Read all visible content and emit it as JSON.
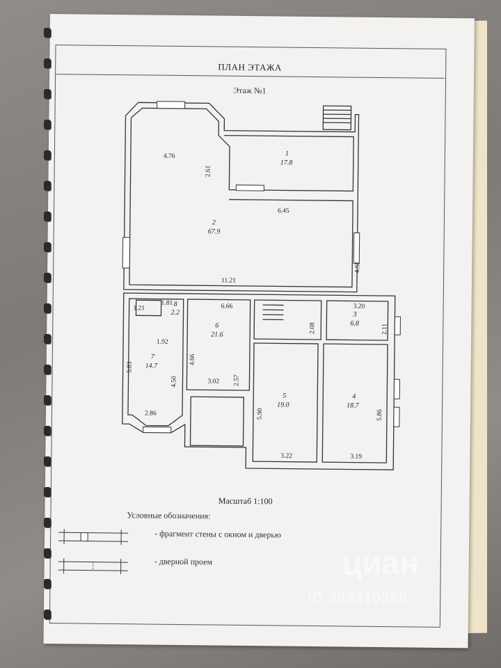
{
  "document": {
    "title": "ПЛАН ЭТАЖА",
    "floor_label": "Этаж №1",
    "scale": "Масштаб 1:100"
  },
  "rooms": [
    {
      "number": "1",
      "area": "17.8"
    },
    {
      "number": "2",
      "area": "67.9"
    },
    {
      "number": "3",
      "area": "6.8"
    },
    {
      "number": "4",
      "area": "18.7"
    },
    {
      "number": "5",
      "area": "19.0"
    },
    {
      "number": "6",
      "area": "21.6"
    },
    {
      "number": "7",
      "area": "14.7"
    },
    {
      "number": "8",
      "area": "2.2"
    }
  ],
  "dimensions": [
    "4.76",
    "2.61",
    "6.45",
    "4.52",
    "11.21",
    "1.21",
    "1.81",
    "6.66",
    "1.92",
    "5.83",
    "4.50",
    "2.86",
    "4.66",
    "3.02",
    "2.57",
    "2.08",
    "3.20",
    "2.11",
    "5.90",
    "3.22",
    "5.86",
    "3.19"
  ],
  "legend": {
    "title": "Условные обозначения:",
    "window_door": "- фрагмент стены с окном и дверью",
    "doorway": "- дверной проем"
  },
  "watermark": {
    "name": "циан",
    "id": "ID 303310268"
  }
}
